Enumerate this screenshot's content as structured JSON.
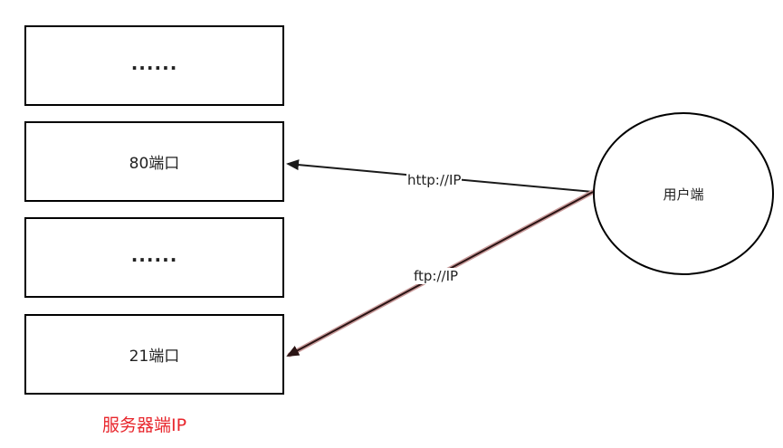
{
  "server": {
    "boxes": [
      {
        "label": "......"
      },
      {
        "label": "80端口"
      },
      {
        "label": "......"
      },
      {
        "label": "21端口"
      }
    ],
    "caption": "服务器端IP",
    "caption_color": "#e8262c"
  },
  "client": {
    "label": "用户端"
  },
  "connections": [
    {
      "label": "http://IP",
      "from": "用户端",
      "to": "80端口",
      "color": "#1a1a1a"
    },
    {
      "label": "ftp://IP",
      "from": "用户端",
      "to": "21端口",
      "color": "#4a1e1e"
    }
  ]
}
